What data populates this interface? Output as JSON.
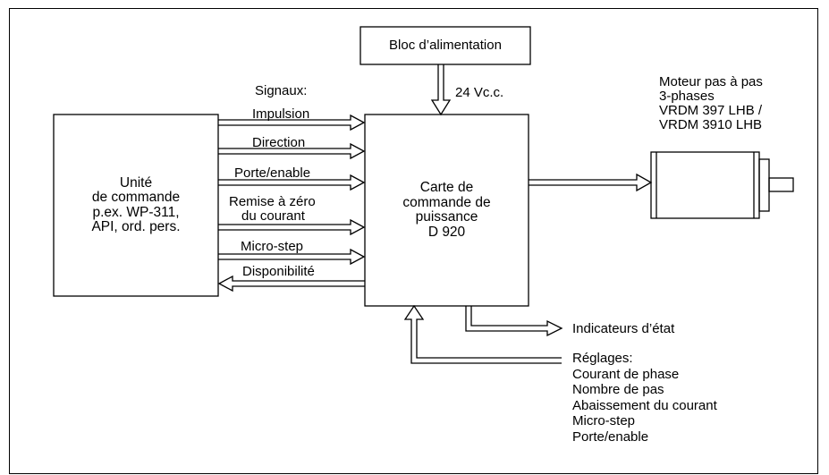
{
  "power_supply": {
    "label": "Bloc d’alimentation",
    "voltage": "24 Vc.c."
  },
  "signals_heading": "Signaux:",
  "signals": [
    {
      "label": "Impulsion"
    },
    {
      "label": "Direction"
    },
    {
      "label": "Porte/enable"
    },
    {
      "label_lines": [
        "Remise à zéro",
        "du courant"
      ]
    },
    {
      "label": "Micro-step"
    },
    {
      "label": "Disponibilité"
    }
  ],
  "control_unit": {
    "lines": [
      "Unité",
      "de commande",
      "p.ex. WP-311,",
      "API, ord. pers."
    ]
  },
  "power_card": {
    "lines": [
      "Carte de",
      "commande de",
      "puissance",
      "D 920"
    ]
  },
  "motor": {
    "lines": [
      "Moteur pas à pas",
      "3-phases",
      "VRDM 397 LHB /",
      "VRDM 3910 LHB"
    ]
  },
  "status_output": "Indicateurs d’état",
  "settings": {
    "heading": "Réglages:",
    "items": [
      "Courant de phase",
      "Nombre de pas",
      "Abaissement du courant",
      "Micro-step",
      "Porte/enable"
    ]
  }
}
